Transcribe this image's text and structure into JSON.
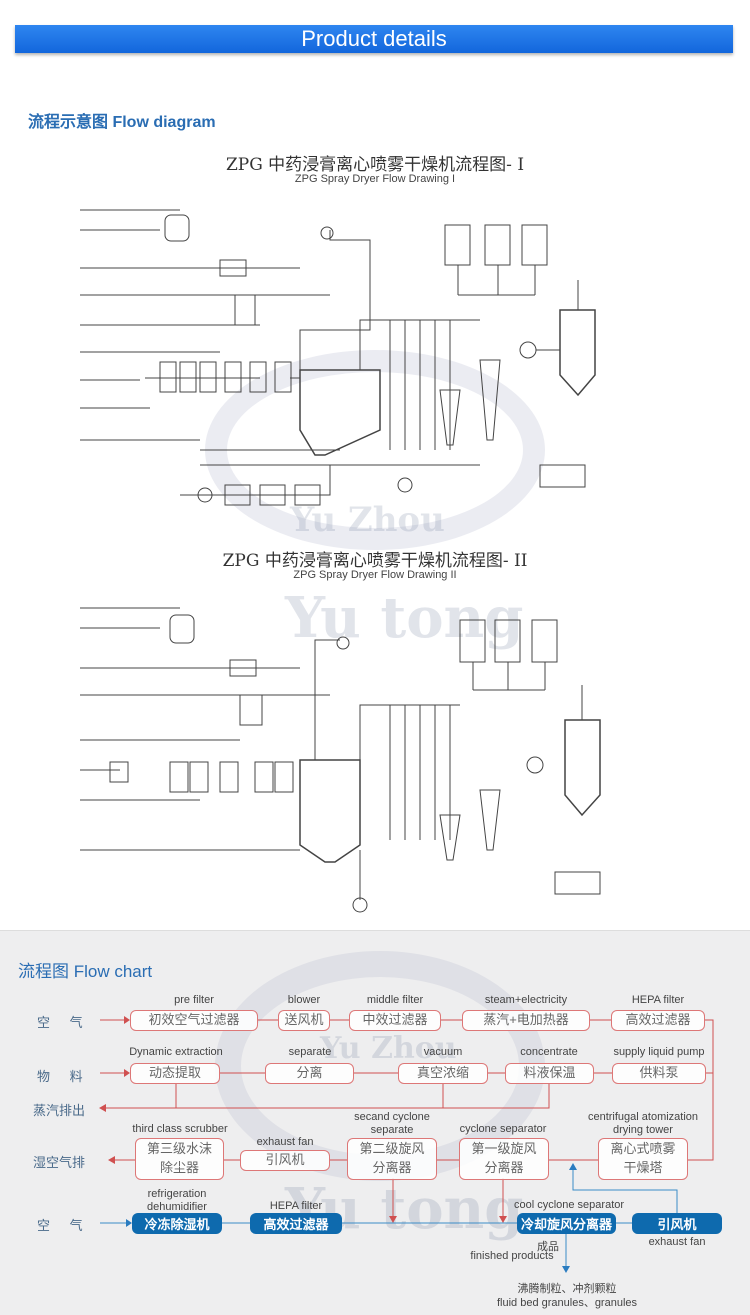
{
  "header": {
    "title": "Product details"
  },
  "flow_diagram": {
    "heading": "流程示意图 Flow diagram",
    "drawing1": {
      "title_cn": "ZPG 中药浸膏离心喷雾干燥机流程图- I",
      "title_en": "ZPG Spray Dryer Flow Drawing I"
    },
    "drawing2": {
      "title_cn": "ZPG 中药浸膏离心喷雾干燥机流程图- II",
      "title_en": "ZPG Spray Dryer Flow Drawing II"
    }
  },
  "watermark": {
    "top": "Yu Zhou",
    "bottom": "Yu tong"
  },
  "flow_chart": {
    "heading": "流程图 Flow chart",
    "sides": {
      "air1": "空　 气",
      "material": "物　 料",
      "steam_out": "蒸汽排出",
      "wet_air": "湿空气排",
      "air2": "空　 气"
    },
    "row1": [
      {
        "en": "pre filter",
        "cn": "初效空气过滤器"
      },
      {
        "en": "blower",
        "cn": "送风机"
      },
      {
        "en": "middle filter",
        "cn": "中效过滤器"
      },
      {
        "en": "steam+electricity",
        "cn": "蒸汽+电加热器"
      },
      {
        "en": "HEPA filter",
        "cn": "高效过滤器"
      }
    ],
    "row2": [
      {
        "en": "Dynamic extraction",
        "cn": "动态提取"
      },
      {
        "en": "separate",
        "cn": "分离"
      },
      {
        "en": "vacuum",
        "cn": "真空浓缩"
      },
      {
        "en": "concentrate",
        "cn": "料液保温"
      },
      {
        "en": "supply liquid pump",
        "cn": "供料泵"
      }
    ],
    "row3": [
      {
        "en": "third class scrubber",
        "cn": "第三级水沫\n除尘器"
      },
      {
        "en": "exhaust fan",
        "cn": "引风机"
      },
      {
        "en": "secand cyclone\nseparate",
        "cn": "第二级旋风\n分离器"
      },
      {
        "en": "cyclone separator",
        "cn": "第一级旋风\n分离器"
      },
      {
        "en": "centrifugal atomization\ndrying tower",
        "cn": "离心式喷雾\n干燥塔"
      }
    ],
    "row4": [
      {
        "en": "refrigeration\ndehumidifier",
        "cn": "冷冻除湿机"
      },
      {
        "en": "HEPA filter",
        "cn": "高效过滤器"
      },
      {
        "en": "cool cyclone separator",
        "cn": "冷却旋风分离器"
      },
      {
        "en": "exhaust fan",
        "cn": "引风机"
      }
    ],
    "product": {
      "cn": "成品",
      "en": "finished products",
      "out_cn": "沸腾制粒、冲剂颗粒",
      "out_en": "fluid bed granules、granules"
    }
  },
  "colors": {
    "header": "#1a6fe6",
    "heading": "#2a6db3",
    "red_line": "#d05050",
    "blue_box": "#0e6aae"
  }
}
